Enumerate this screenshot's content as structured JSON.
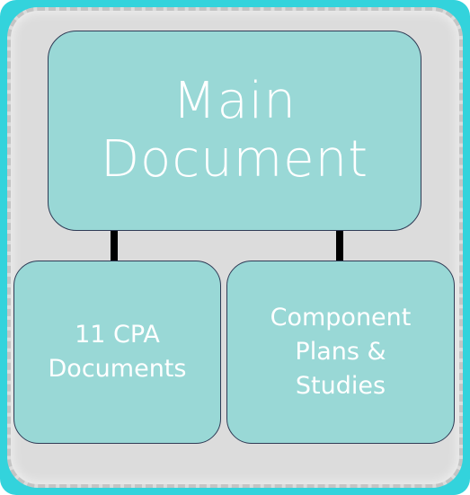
{
  "diagram": {
    "main_box": {
      "lines": [
        "Main",
        "Document"
      ]
    },
    "left_box": {
      "lines": [
        "11 CPA",
        "Documents"
      ]
    },
    "right_box": {
      "lines": [
        "Component",
        "Plans &",
        "Studies"
      ]
    }
  },
  "colors": {
    "outer_border": "#33d3dc",
    "panel": "#dcdcdc",
    "box_fill": "#99d8d6",
    "box_border": "#2f3b55",
    "text": "#ffffff",
    "connector": "#000000"
  }
}
